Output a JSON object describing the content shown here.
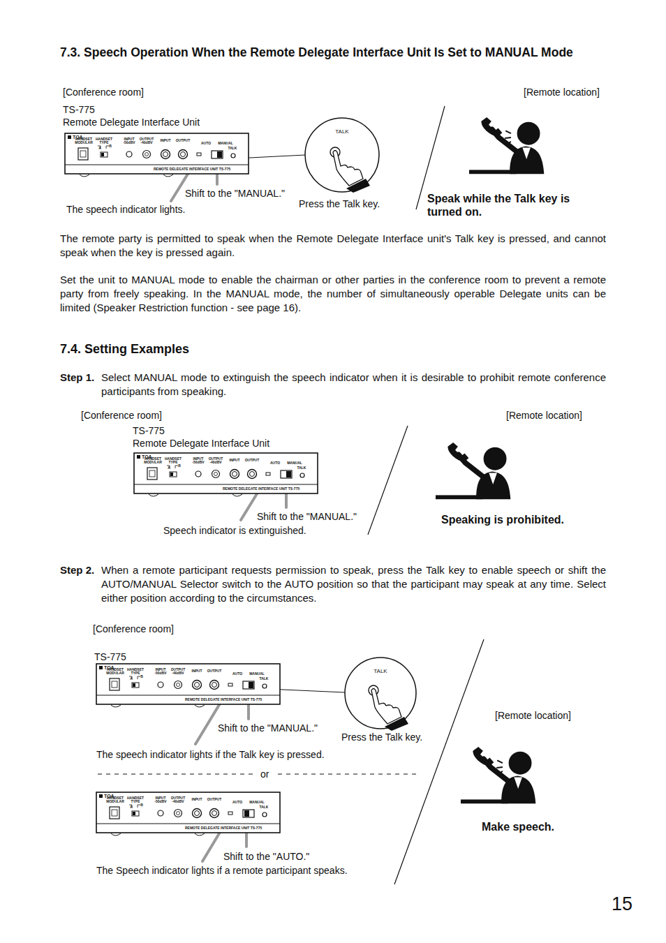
{
  "diagram": {
    "title": "7.3. Speech Operation When the Remote Delegate Interface Unit Is Set to MANUAL Mode",
    "nodes": [
      {
        "text": [
          "TOA",
          "HANDSET MODULAR",
          "HANDSET TYPE",
          "A",
          "B",
          "INPUT -50dBV",
          "OUTPUT -40dBV",
          "INPUT",
          "OUTPUT",
          "AUTO",
          "MANUAL",
          "TALK",
          "REMOTE DELEGATE INTERFACE UNIT TS-775"
        ]
      },
      {
        "text": [
          "TALK"
        ]
      },
      {
        "text": [
          "TOA",
          "HANDSET MODULAR",
          "HANDSET TYPE",
          "A",
          "B",
          "INPUT -50dBV",
          "OUTPUT -40dBV",
          "INPUT",
          "OUTPUT",
          "AUTO",
          "MANUAL",
          "TALK",
          "REMOTE DELEGATE INTERFACE UNIT TS-775"
        ]
      },
      {
        "text": [
          "TOA",
          "HANDSET MODULAR",
          "HANDSET TYPE",
          "A",
          "B",
          "INPUT -50dBV",
          "OUTPUT -40dBV",
          "INPUT",
          "OUTPUT",
          "AUTO",
          "MANUAL",
          "TALK",
          "REMOTE DELEGATE INTERFACE UNIT TS-775"
        ]
      },
      {
        "text": [
          "TALK"
        ]
      },
      {
        "text": [
          "TOA",
          "HANDSET MODULAR",
          "HANDSET TYPE",
          "A",
          "B",
          "INPUT -50dBV",
          "OUTPUT -40dBV",
          "INPUT",
          "OUTPUT",
          "AUTO",
          "MANUAL",
          "TALK",
          "REMOTE DELEGATE INTERFACE UNIT TS-775"
        ]
      }
    ],
    "labels": [
      "[Conference room]",
      "[Remote location]",
      "TS-775",
      "Remote Delegate Interface Unit",
      "Shift to the \"MANUAL.\"",
      "The speech indicator lights.",
      "Press the Talk key.",
      "Speak while the Talk key is turned on.",
      "The remote party is permitted to speak when the Remote Delegate Interface unit's Talk key is pressed, and cannot speak when the key is pressed again.",
      "Set the unit to MANUAL mode to enable the chairman or other parties in the conference room to prevent a remote party from freely speaking. In the MANUAL mode, the number of simultaneously operable Delegate units can be limited (Speaker Restriction function - see page 16).",
      "7.4. Setting Examples",
      "Step 1.",
      "Select MANUAL mode to extinguish the speech indicator when it is desirable to prohibit remote conference participants from speaking.",
      "[Conference room]",
      "[Remote location]",
      "TS-775",
      "Remote Delegate Interface Unit",
      "Shift to the \"MANUAL.\"",
      "Speech indicator is extinguished.",
      "Speaking is prohibited.",
      "Step 2.",
      "When a remote participant requests permission to speak, press the Talk key to enable speech or shift the AUTO/MANUAL Selector switch to the AUTO position so that the participant may speak at any time. Select either position according to the circumstances.",
      "[Conference room]",
      "TS-775",
      "Shift to the \"MANUAL.\"",
      "Press the Talk key.",
      "[Remote location]",
      "The speech indicator lights if the Talk key is pressed.",
      "or",
      "Make speech.",
      "Shift to the \"AUTO.\"",
      "The Speech indicator lights if a remote participant speaks.",
      "15"
    ]
  }
}
